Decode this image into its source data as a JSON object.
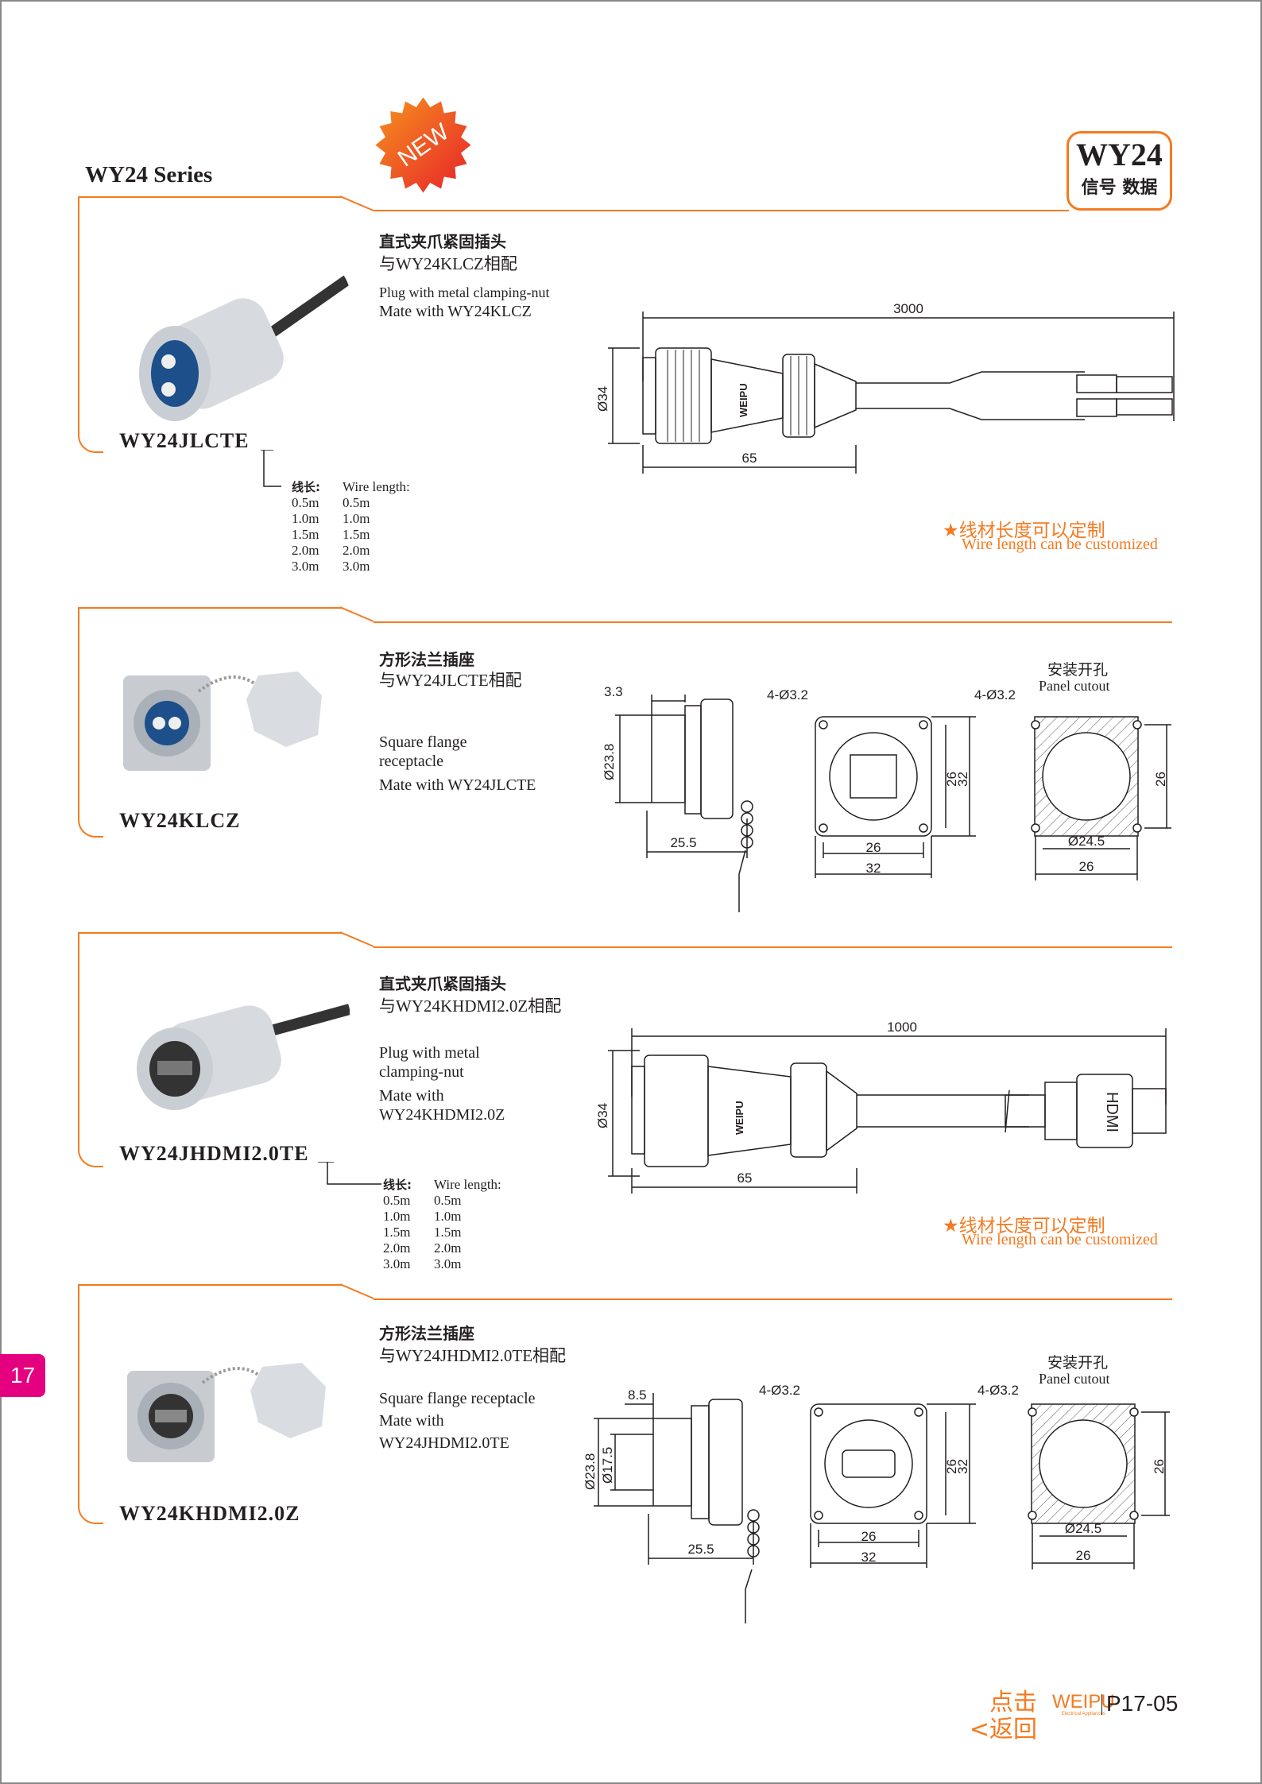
{
  "header": {
    "series_title": "WY24 Series",
    "new_badge": "NEW",
    "brand_code": "WY24",
    "brand_sub": "信号 数据"
  },
  "sections": [
    {
      "cn_title": "直式夹爪紧固插头",
      "cn_mate": "与WY24KLCZ相配",
      "en_lines": [
        "Plug with metal clamping-nut",
        "Mate with WY24KLCZ"
      ],
      "model": "WY24JLCTE",
      "dims": {
        "length": "3000",
        "dia": "Ø34",
        "body": "65",
        "logo": "WEIPU"
      },
      "wire": {
        "cn_label": "线长:",
        "en_label": "Wire length:",
        "values": [
          "0.5m",
          "1.0m",
          "1.5m",
          "2.0m",
          "3.0m"
        ]
      },
      "note_cn": "★线材长度可以定制",
      "note_en": "Wire length can be customized"
    },
    {
      "cn_title": "方形法兰插座",
      "cn_mate": "与WY24JLCTE相配",
      "en_lines": [
        "Square flange",
        "receptacle",
        "Mate with WY24JLCTE"
      ],
      "model": "WY24KLCZ",
      "dims": {
        "flange": "3.3",
        "dia": "Ø23.8",
        "depth": "25.5",
        "holes": "4-Ø3.2",
        "inner": "26",
        "outer": "32",
        "inner_v": "26",
        "outer_v": "32",
        "cut_holes": "4-Ø3.2",
        "cut_dia": "Ø24.5",
        "cut_w": "26",
        "cut_h": "26"
      },
      "cutout_cn": "安装开孔",
      "cutout_en": "Panel cutout"
    },
    {
      "cn_title": "直式夹爪紧固插头",
      "cn_mate": "与WY24KHDMI2.0Z相配",
      "en_lines": [
        "Plug with metal",
        "clamping-nut",
        "Mate with",
        "WY24KHDMI2.0Z"
      ],
      "model": "WY24JHDMI2.0TE",
      "dims": {
        "length": "1000",
        "dia": "Ø34",
        "body": "65",
        "logo": "WEIPU",
        "plug": "HDMI"
      },
      "wire": {
        "cn_label": "线长:",
        "en_label": "Wire length:",
        "values": [
          "0.5m",
          "1.0m",
          "1.5m",
          "2.0m",
          "3.0m"
        ]
      },
      "note_cn": "★线材长度可以定制",
      "note_en": "Wire length can be customized"
    },
    {
      "cn_title": "方形法兰插座",
      "cn_mate": "与WY24JHDMI2.0TE相配",
      "en_lines": [
        "Square flange receptacle",
        "Mate with",
        "WY24JHDMI2.0TE"
      ],
      "model": "WY24KHDMI2.0Z",
      "dims": {
        "flange": "8.5",
        "dia": "Ø23.8",
        "dia2": "Ø17.5",
        "depth": "25.5",
        "holes": "4-Ø3.2",
        "inner": "26",
        "outer": "32",
        "inner_v": "26",
        "outer_v": "32",
        "cut_holes": "4-Ø3.2",
        "cut_dia": "Ø24.5",
        "cut_w": "26",
        "cut_h": "26"
      },
      "cutout_cn": "安装开孔",
      "cutout_en": "Panel cutout"
    }
  ],
  "side_tab": "17",
  "footer": {
    "back_line1": "点击",
    "back_line2": "<返回",
    "brand": "WEIPU",
    "brand_sub": "Electrical Appliances",
    "page": "P17-05"
  },
  "colors": {
    "accent": "#f47a20",
    "tab": "#e4007f"
  }
}
